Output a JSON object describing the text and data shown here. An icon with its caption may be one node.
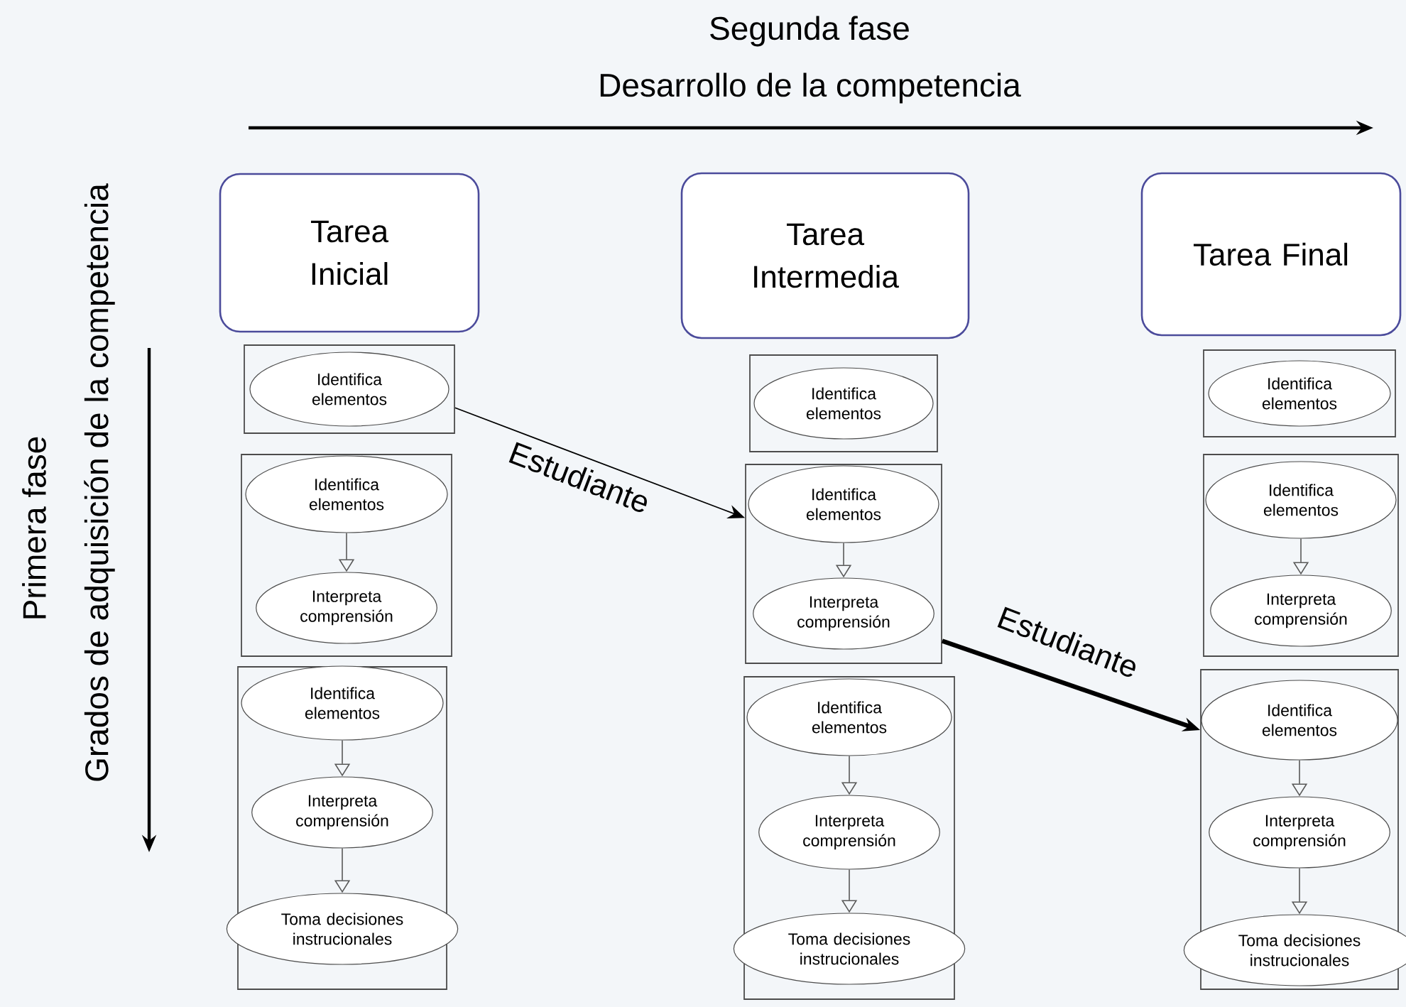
{
  "diagram": {
    "nodes": [
      {
        "text": [
          "Tarea Inicial"
        ]
      },
      {
        "text": [
          "Tarea Intermedia"
        ]
      },
      {
        "text": [
          "Tarea Final"
        ]
      },
      {
        "text": [],
        "shape": "box"
      },
      {
        "text": [
          "Identifica elementos"
        ],
        "in": 3
      },
      {
        "text": [],
        "shape": "box"
      },
      {
        "text": [
          "Identifica elementos"
        ],
        "in": 5
      },
      {
        "text": [
          "Interpreta comprensión"
        ],
        "in": 5
      },
      {
        "text": [],
        "shape": "box"
      },
      {
        "text": [
          "Identifica elementos"
        ],
        "in": 8
      },
      {
        "text": [
          "Interpreta comprensión"
        ],
        "in": 8
      },
      {
        "text": [
          "Toma decisiones instrucionales"
        ],
        "in": 8
      },
      {
        "text": [],
        "shape": "box"
      },
      {
        "text": [
          "Identifica elementos"
        ],
        "in": 12
      },
      {
        "text": [],
        "shape": "box"
      },
      {
        "text": [
          "Identifica elementos"
        ],
        "in": 14
      },
      {
        "text": [
          "Interpreta comprensión"
        ],
        "in": 14
      },
      {
        "text": [],
        "shape": "box"
      },
      {
        "text": [
          "Identifica elementos"
        ],
        "in": 17
      },
      {
        "text": [
          "Interpreta comprensión"
        ],
        "in": 17
      },
      {
        "text": [
          "Toma decisiones instrucionales"
        ],
        "in": 17
      },
      {
        "text": [],
        "shape": "box"
      },
      {
        "text": [
          "Identifica elementos"
        ],
        "in": 21
      },
      {
        "text": [],
        "shape": "box"
      },
      {
        "text": [
          "Identifica elementos"
        ],
        "in": 23
      },
      {
        "text": [
          "Interpreta comprensión"
        ],
        "in": 23
      },
      {
        "text": [],
        "shape": "box"
      },
      {
        "text": [
          "Identifica elementos"
        ],
        "in": 26
      },
      {
        "text": [
          "Interpreta comprensión"
        ],
        "in": 26
      },
      {
        "text": [
          "Toma decisiones instrucionales"
        ],
        "in": 26
      }
    ],
    "edges": [
      {
        "from": 6,
        "to": 7,
        "arrow": "to"
      },
      {
        "from": 9,
        "to": 10,
        "arrow": "to"
      },
      {
        "from": 10,
        "to": 11,
        "arrow": "to"
      },
      {
        "from": 15,
        "to": 16,
        "arrow": "to"
      },
      {
        "from": 18,
        "to": 19,
        "arrow": "to"
      },
      {
        "from": 19,
        "to": 20,
        "arrow": "to"
      },
      {
        "from": 24,
        "to": 25,
        "arrow": "to"
      },
      {
        "from": 27,
        "to": 28,
        "arrow": "to"
      },
      {
        "from": 28,
        "to": 29,
        "arrow": "to"
      },
      {
        "from": 3,
        "to": 14,
        "arrow": "to",
        "label": "Estudiante"
      },
      {
        "from": 14,
        "to": 26,
        "arrow": "to",
        "label": "Estudiante",
        "style": "thick"
      }
    ],
    "labels": [
      "Segunda fase",
      "Desarrollo de la competencia",
      "Primera fase",
      "Grados de adquisición de la competencia"
    ]
  }
}
